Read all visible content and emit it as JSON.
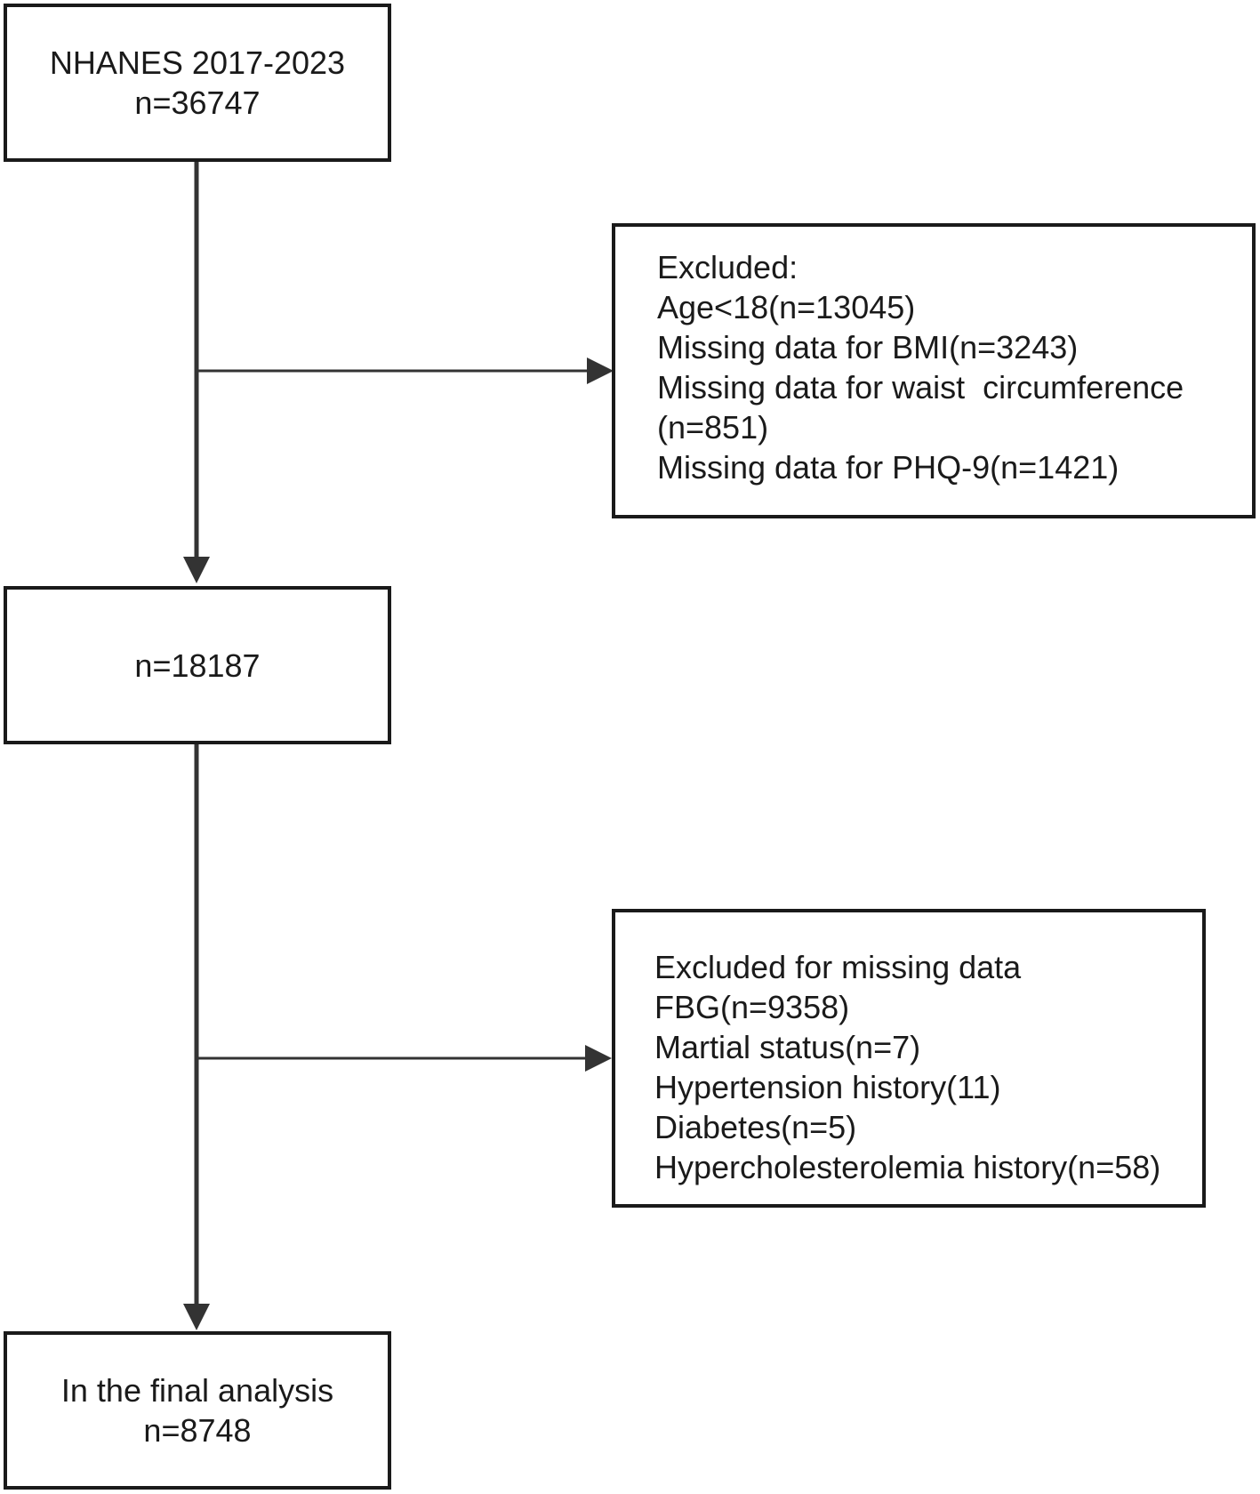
{
  "boxes": {
    "start": {
      "lines": [
        "NHANES 2017-2023",
        "n=36747"
      ]
    },
    "exclusion1": {
      "lines": [
        "Excluded:",
        "Age<18(n=13045)",
        "Missing data for BMI(n=3243)",
        "Missing data for waist  circumference",
        "(n=851)",
        "Missing data for PHQ-9(n=1421)"
      ]
    },
    "middle": {
      "lines": [
        "n=18187"
      ]
    },
    "exclusion2": {
      "lines": [
        "Excluded for missing data",
        "FBG(n=9358)",
        "Martial status(n=7)",
        "Hypertension history(11)",
        "Diabetes(n=5)",
        "Hypercholesterolemia history(n=58)"
      ]
    },
    "final": {
      "lines": [
        "In the final analysis",
        "n=8748"
      ]
    }
  },
  "colors": {
    "stroke": "#1a1a1a",
    "arrow": "#333333",
    "background": "#ffffff"
  }
}
